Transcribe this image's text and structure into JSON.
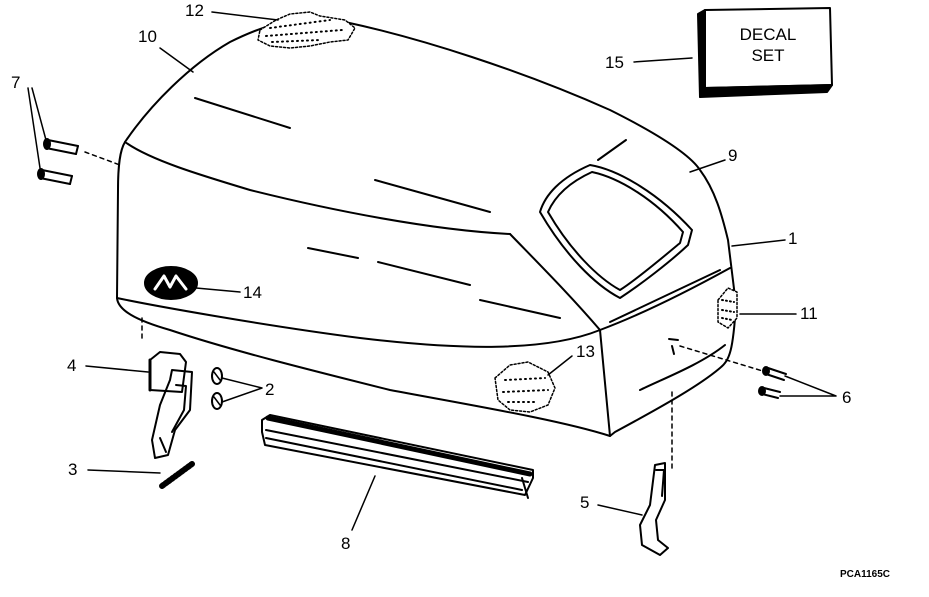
{
  "callouts": [
    {
      "id": "1",
      "text": "1"
    },
    {
      "id": "2",
      "text": "2"
    },
    {
      "id": "3",
      "text": "3"
    },
    {
      "id": "4",
      "text": "4"
    },
    {
      "id": "5",
      "text": "5"
    },
    {
      "id": "6",
      "text": "6"
    },
    {
      "id": "7",
      "text": "7"
    },
    {
      "id": "8",
      "text": "8"
    },
    {
      "id": "9",
      "text": "9"
    },
    {
      "id": "10",
      "text": "10"
    },
    {
      "id": "11",
      "text": "11"
    },
    {
      "id": "12",
      "text": "12"
    },
    {
      "id": "13",
      "text": "13"
    },
    {
      "id": "14",
      "text": "14"
    },
    {
      "id": "15",
      "text": "15"
    }
  ],
  "decal_box": {
    "line1": "DECAL",
    "line2": "SET"
  },
  "drawing_code": "PCA1165C",
  "colors": {
    "ink": "#000000",
    "paper": "#ffffff"
  }
}
